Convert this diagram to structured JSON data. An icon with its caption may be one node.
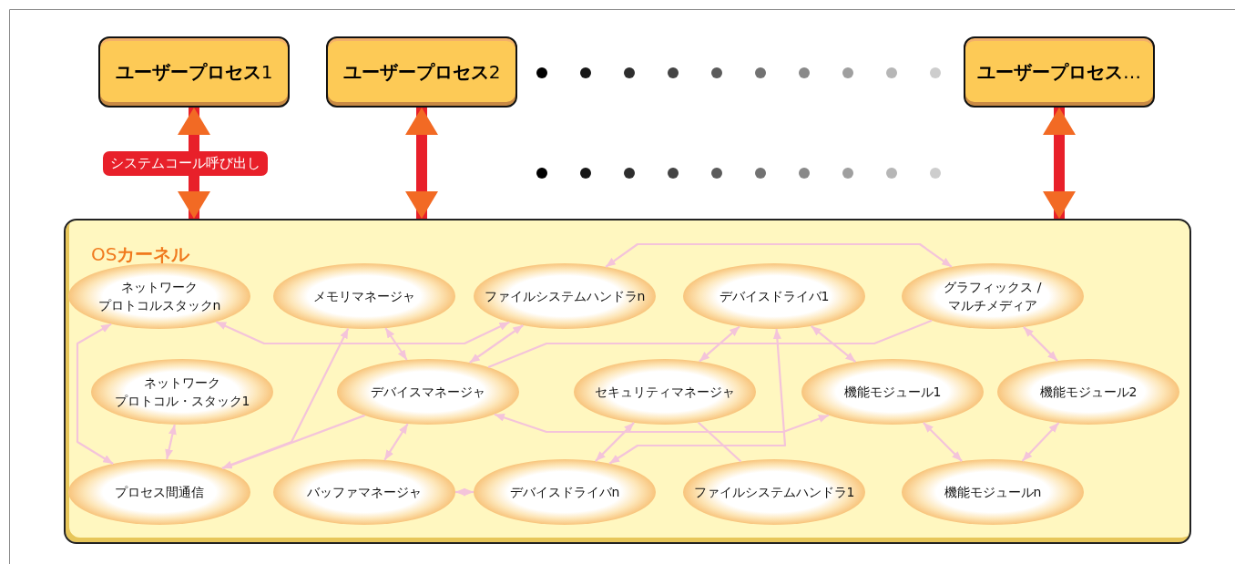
{
  "diagram": {
    "nodes": [
      {
        "text": [
          "**ユーザープロセス**1"
        ]
      },
      {
        "text": [
          "**ユーザープロセス**2"
        ]
      },
      {
        "text": [
          "**ユーザープロセス**…"
        ]
      },
      {
        "text": [
          "OS**カーネル**"
        ]
      },
      {
        "text": [
          "ファイルシステムハンドラn"
        ],
        "in": 3
      },
      {
        "text": [
          "デバイスドライバ1"
        ],
        "in": 3
      },
      {
        "text": [
          "グラフィックス / マルチメディア"
        ],
        "in": 3
      },
      {
        "text": [
          "ネットワークプロトコルスタックn"
        ],
        "in": 3
      },
      {
        "text": [
          "メモリマネージャ"
        ],
        "in": 3
      },
      {
        "text": [
          "セキュリティマネージャ"
        ],
        "in": 3
      },
      {
        "text": [
          "ネットワークプロトコル・スタック1"
        ],
        "in": 3
      },
      {
        "text": [
          "デバイスマネージャ"
        ],
        "in": 3
      },
      {
        "text": [
          "機能モジュール1"
        ],
        "in": 3
      },
      {
        "text": [
          "機能モジュール2"
        ],
        "in": 3
      },
      {
        "text": [
          "プロセス間通信"
        ],
        "in": 3
      },
      {
        "text": [
          "バッファマネージャ"
        ],
        "in": 3
      },
      {
        "text": [
          "デバイスドライバn"
        ],
        "in": 3
      },
      {
        "text": [
          "ファイルシステムハンドラ1"
        ],
        "in": 3
      },
      {
        "text": [
          "機能モジュールn"
        ],
        "in": 3
      }
    ],
    "edges": [
      {
        "from": 0,
        "to": 3,
        "arrow": "both",
        "label": "システムコール呼び出し",
        "style": "thick",
        "color": "#e8202a"
      },
      {
        "from": 1,
        "to": 3,
        "arrow": "both",
        "style": "thick",
        "color": "#e8202a"
      },
      {
        "from": 2,
        "to": 3,
        "arrow": "both",
        "style": "thick",
        "color": "#e8202a"
      },
      {
        "from": 7,
        "to": 4,
        "arrow": "both"
      },
      {
        "from": 4,
        "to": 6,
        "arrow": "both"
      },
      {
        "from": 4,
        "to": 11,
        "arrow": "both"
      },
      {
        "from": 7,
        "to": 14,
        "arrow": "both"
      },
      {
        "from": 10,
        "to": 14,
        "arrow": "both"
      },
      {
        "from": 8,
        "to": 14,
        "arrow": "both"
      },
      {
        "from": 8,
        "to": 11,
        "arrow": "both"
      },
      {
        "from": 11,
        "to": 15,
        "arrow": "both"
      },
      {
        "from": 15,
        "to": 16,
        "arrow": "both"
      },
      {
        "from": 9,
        "to": 5,
        "arrow": "both"
      },
      {
        "from": 9,
        "to": 16,
        "arrow": "both"
      },
      {
        "from": 5,
        "to": 12,
        "arrow": "both"
      },
      {
        "from": 6,
        "to": 13,
        "arrow": "both"
      },
      {
        "from": 12,
        "to": 18,
        "arrow": "both"
      },
      {
        "from": 13,
        "to": 18,
        "arrow": "both"
      },
      {
        "from": 11,
        "to": 12,
        "arrow": "both"
      },
      {
        "from": 16,
        "to": 5,
        "arrow": "both"
      },
      {
        "from": 14,
        "to": 11,
        "arrow": "none"
      },
      {
        "from": 11,
        "to": 6,
        "arrow": "none"
      },
      {
        "from": 9,
        "to": 17,
        "arrow": "none"
      }
    ]
  }
}
